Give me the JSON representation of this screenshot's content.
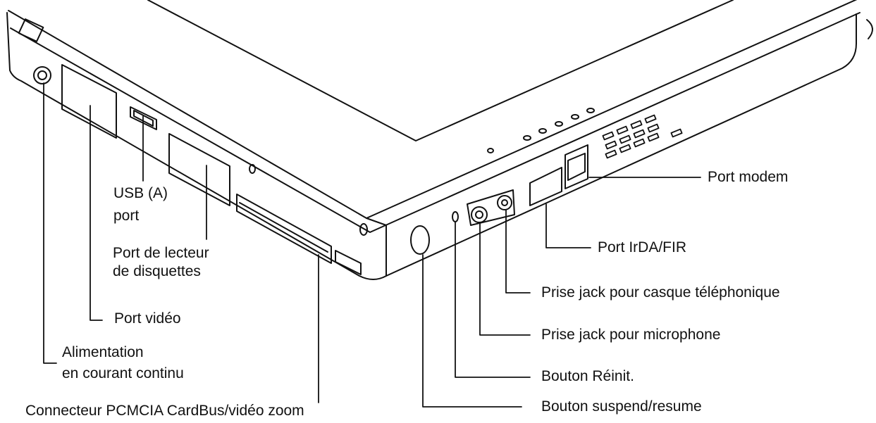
{
  "labels": {
    "usb_port": [
      "USB (A)",
      "port"
    ],
    "floppy_port": [
      "Port de lecteur",
      "de disquettes"
    ],
    "video_port": "Port vidéo",
    "dc_power": [
      "Alimentation",
      "en courant continu"
    ],
    "pcmcia_connector": "Connecteur PCMCIA CardBus/vidéo zoom",
    "modem_port": "Port modem",
    "irda_port": "Port IrDA/FIR",
    "headphone_jack": "Prise jack pour casque téléphonique",
    "microphone_jack": "Prise jack pour microphone",
    "reset_button": "Bouton Réinit.",
    "suspend_resume_button": "Bouton suspend/resume"
  },
  "colors": {
    "line": "#111111",
    "background": "#ffffff"
  }
}
